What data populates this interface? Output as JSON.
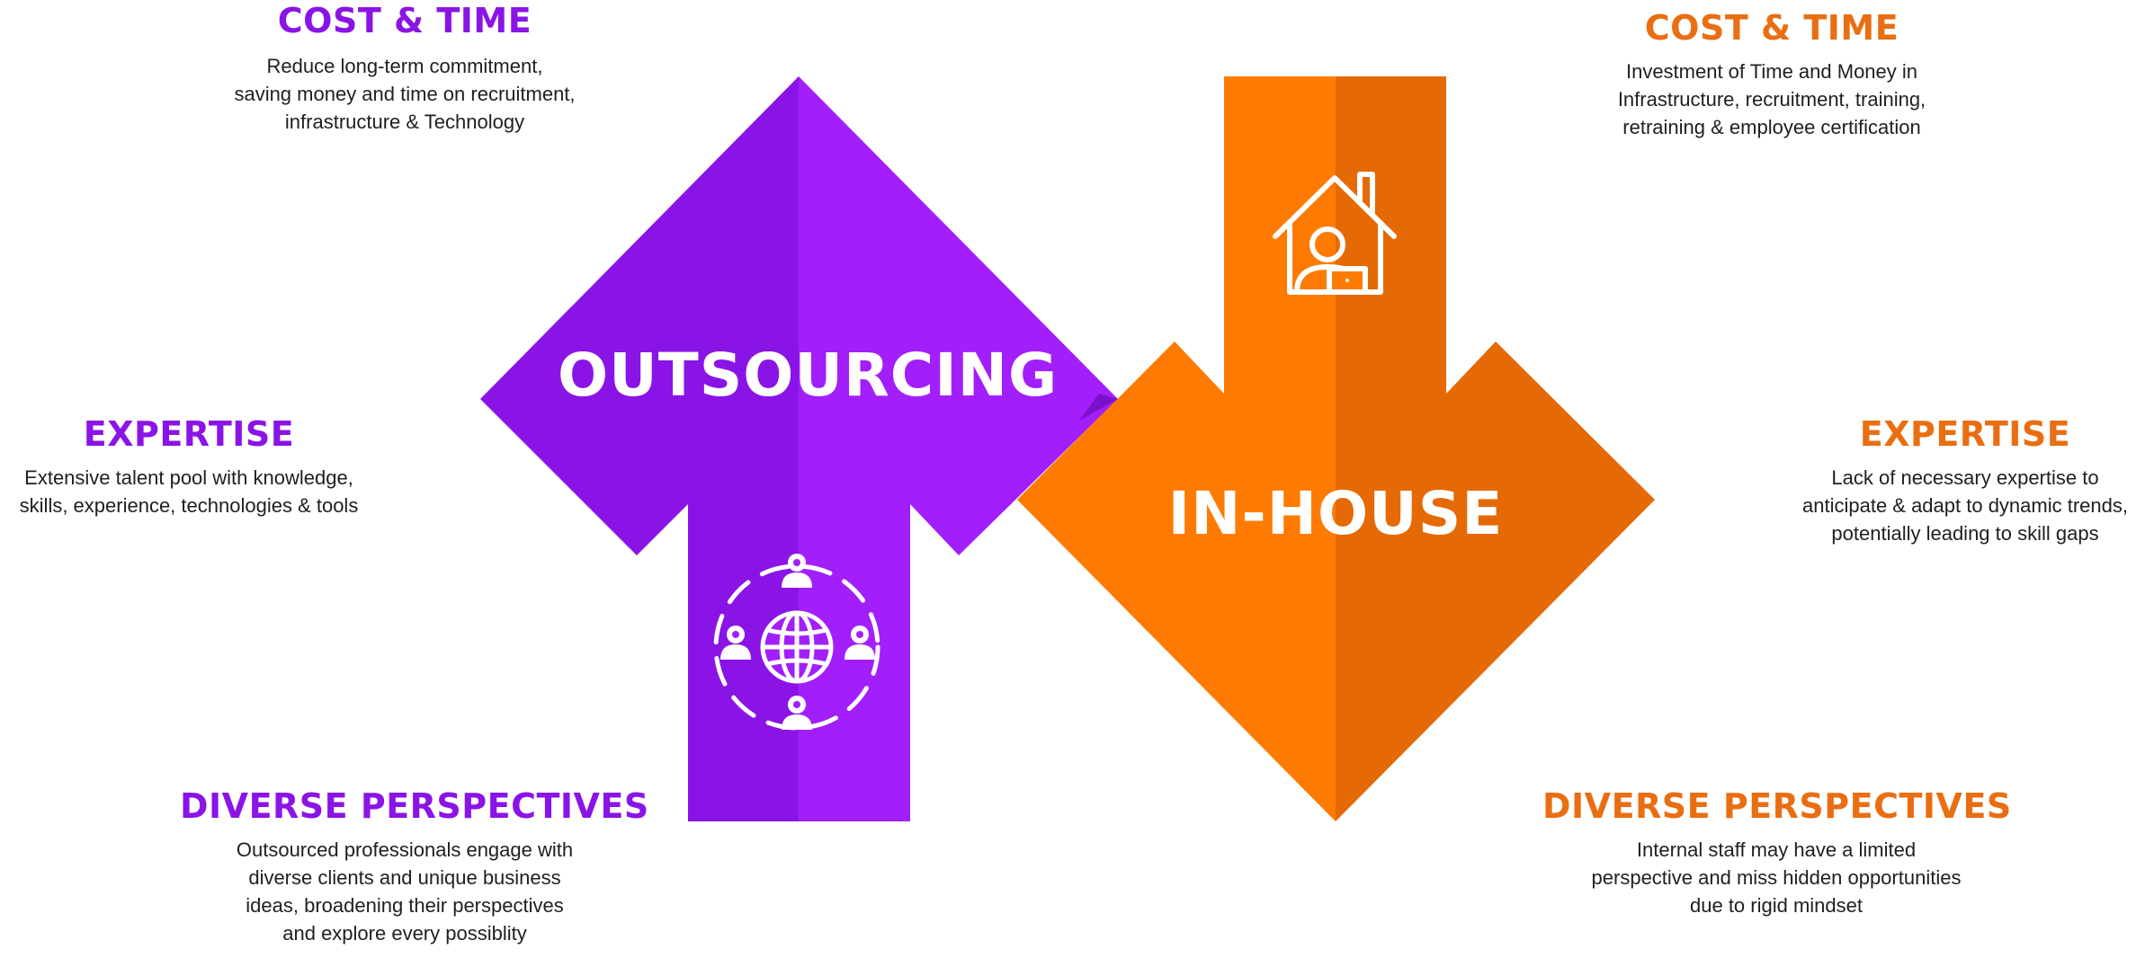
{
  "colors": {
    "purple_dark": "#8a14e6",
    "purple_light": "#a01bfb",
    "orange_light": "#ff7a00",
    "orange_dark": "#e56905"
  },
  "outsourcing": {
    "label": "OUTSOURCING",
    "icon": "globe-network-icon",
    "cost_time": {
      "heading": "COST & TIME",
      "description": "Reduce long-term commitment,\nsaving money and time on recruitment,\ninfrastructure & Technology"
    },
    "expertise": {
      "heading": "EXPERTISE",
      "description": "Extensive talent pool with knowledge,\nskills, experience, technologies & tools"
    },
    "diverse": {
      "heading": "DIVERSE PERSPECTIVES",
      "description": "Outsourced professionals engage with\ndiverse clients and unique business\nideas, broadening their perspectives\nand explore every possiblity"
    }
  },
  "inhouse": {
    "label": "IN-HOUSE",
    "icon": "home-office-icon",
    "cost_time": {
      "heading": "COST & TIME",
      "description": "Investment of Time and Money in\nInfrastructure, recruitment, training,\nretraining & employee certification"
    },
    "expertise": {
      "heading": "EXPERTISE",
      "description": "Lack of necessary expertise to\nanticipate & adapt to dynamic trends,\npotentially leading to skill gaps"
    },
    "diverse": {
      "heading": "DIVERSE PERSPECTIVES",
      "description": "Internal staff may have a limited\nperspective and miss hidden opportunities\ndue to rigid mindset"
    }
  }
}
